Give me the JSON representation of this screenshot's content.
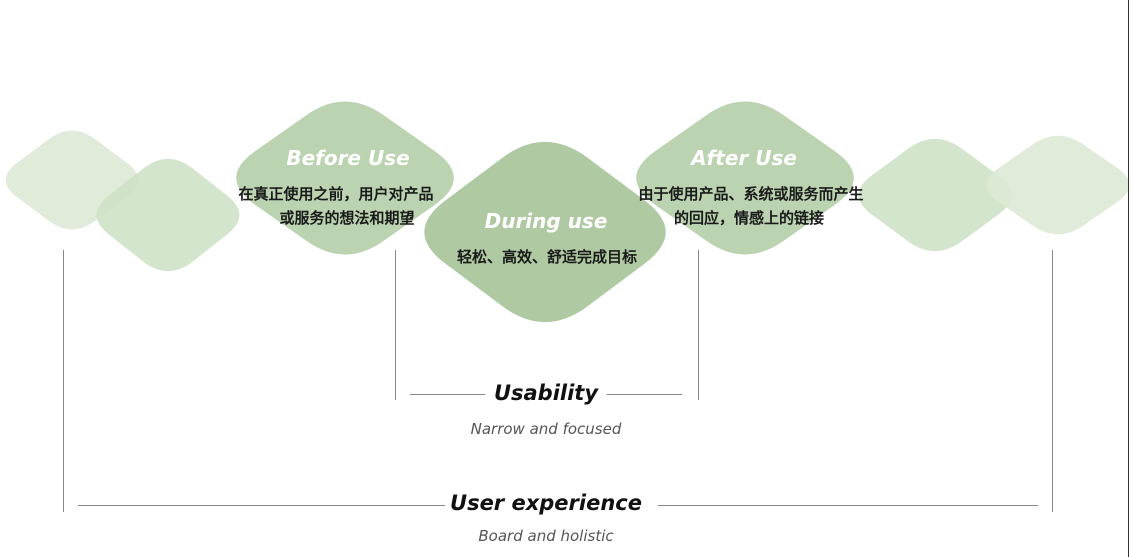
{
  "phases": {
    "before": {
      "title": "Before Use",
      "desc_line1": "在真正使用之前，用户对产品",
      "desc_line2": "或服务的想法和期望"
    },
    "during": {
      "title": "During use",
      "desc": "轻松、高效、舒适完成目标"
    },
    "after": {
      "title": "After Use",
      "desc_line1": "由于使用产品、系统或服务而产生",
      "desc_line2": "的回应，情感上的链接"
    }
  },
  "usability": {
    "title": "Usability",
    "subtitle": "Narrow and focused"
  },
  "user_experience": {
    "title": "User experience",
    "subtitle": "Board and holistic"
  },
  "colors": {
    "lightest": "#dde9d6",
    "light": "#cde0c4",
    "mid": "#b4cea7",
    "dark": "#a8c69a"
  }
}
